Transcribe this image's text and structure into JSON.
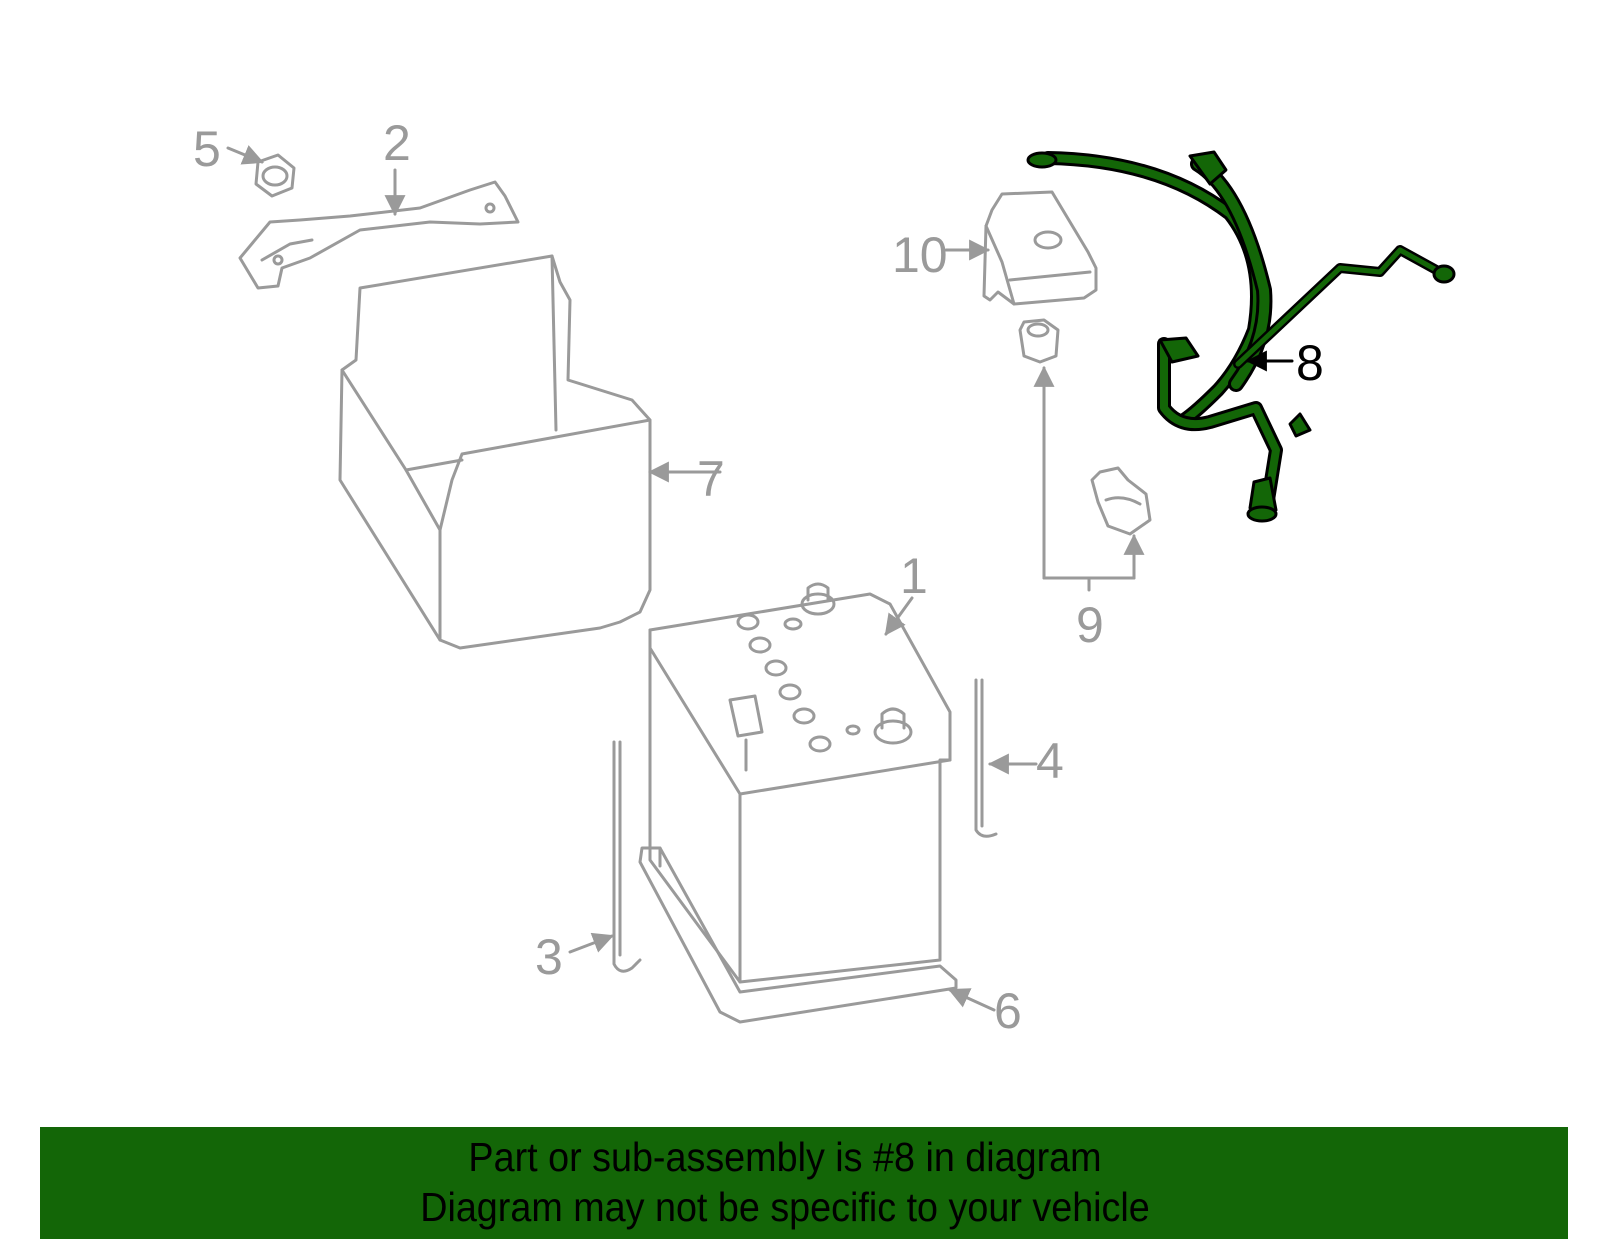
{
  "diagram": {
    "title": "Battery components diagram",
    "highlighted_part": "8",
    "colors": {
      "outline": "#9a9a9a",
      "highlight_fill": "#136607",
      "highlight_stroke": "#000000",
      "banner_bg": "#136607",
      "banner_text": "#000000"
    },
    "callouts": [
      {
        "number": "1",
        "part": "battery"
      },
      {
        "number": "2",
        "part": "hold-down-clamp"
      },
      {
        "number": "3",
        "part": "hold-down-rod-left"
      },
      {
        "number": "4",
        "part": "hold-down-rod-right"
      },
      {
        "number": "5",
        "part": "nut"
      },
      {
        "number": "6",
        "part": "battery-tray"
      },
      {
        "number": "7",
        "part": "insulator-box"
      },
      {
        "number": "8",
        "part": "cable-harness"
      },
      {
        "number": "9",
        "part": "terminal-and-nut"
      },
      {
        "number": "10",
        "part": "terminal-cover"
      }
    ]
  },
  "banner": {
    "line1": "Part or sub-assembly is #8 in diagram",
    "line2": "Diagram may not be specific to your vehicle"
  }
}
